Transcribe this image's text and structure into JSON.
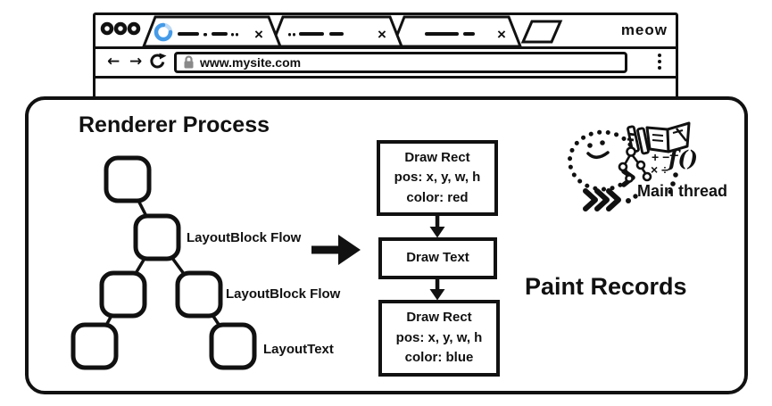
{
  "browser": {
    "brand": "meow",
    "url": "www.mysite.com",
    "close_glyph": "×",
    "nav": {
      "back": "←",
      "forward": "→"
    }
  },
  "renderer": {
    "title": "Renderer Process",
    "tree": {
      "labels": [
        "LayoutBlock Flow",
        "LayoutBlock Flow",
        "LayoutText"
      ]
    },
    "paint_records": {
      "caption": "Paint Records",
      "boxes": [
        {
          "lines": [
            "Draw Rect",
            "pos: x, y, w, h",
            "color: red"
          ]
        },
        {
          "lines": [
            "Draw Text"
          ]
        },
        {
          "lines": [
            "Draw Rect",
            "pos: x, y, w, h",
            "color: blue"
          ]
        }
      ]
    },
    "main_thread": {
      "label": "Main thread",
      "doodle_math": {
        "plus_minus": "+ −",
        "times_divide": "× ÷",
        "function": "f()"
      }
    }
  },
  "colors": {
    "ink": "#111111",
    "spinner_blue": "#459be8",
    "spinner_light": "#bcd9f4",
    "lock_gray": "#8a8a8a"
  }
}
